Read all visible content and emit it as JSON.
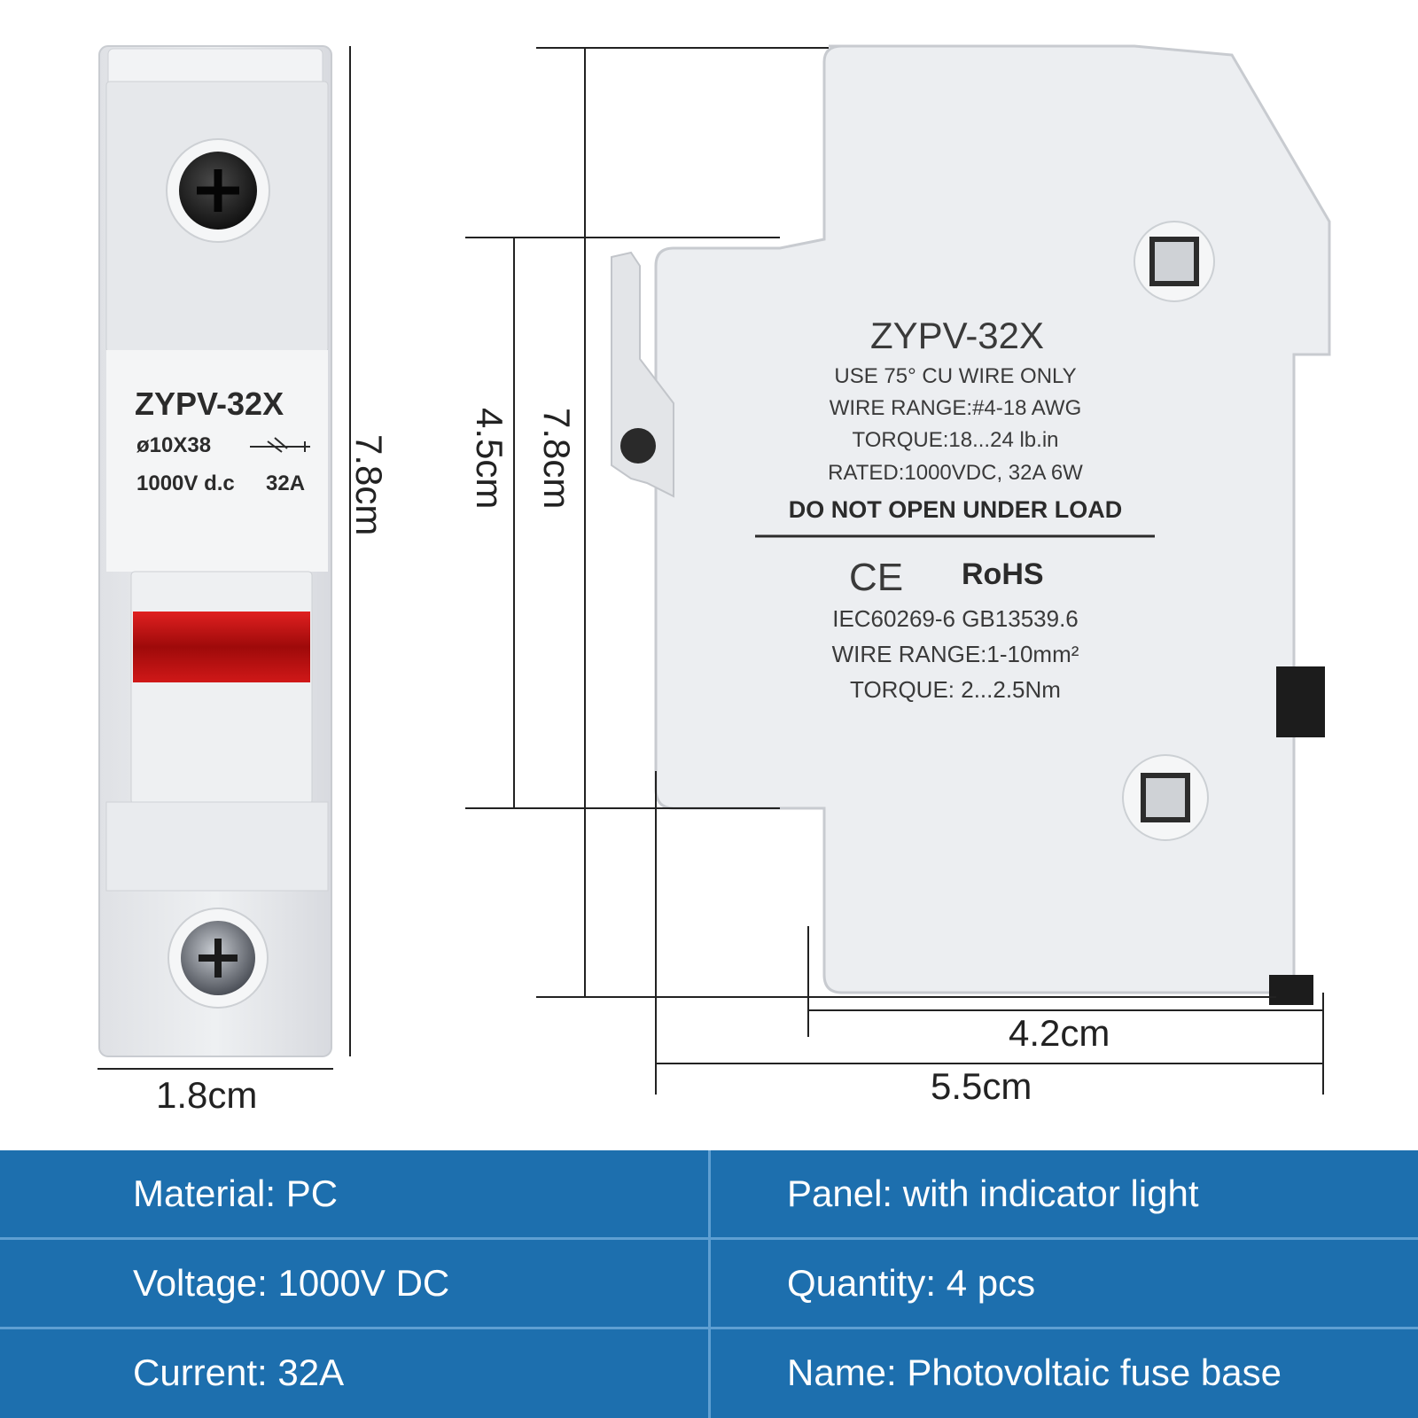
{
  "front_view": {
    "model": "ZYPV-32X",
    "fuse_size": "ø10X38",
    "rating_voltage": "1000V d.c",
    "rating_current": "32A"
  },
  "side_label": {
    "model": "ZYPV-32X",
    "line1": "USE 75°  CU WIRE ONLY",
    "line2": "WIRE RANGE:#4-18  AWG",
    "line3": "TORQUE:18...24  lb.in",
    "line4": "RATED:1000VDC,  32A  6W",
    "warning": "DO NOT OPEN UNDER LOAD",
    "ce": "CE",
    "rohs": "RoHS",
    "standards": "IEC60269-6 GB13539.6",
    "wire_range_metric": "WIRE RANGE:1-10mm²",
    "torque_metric": "TORQUE: 2...2.5Nm"
  },
  "dimensions": {
    "front_height": "7.8cm",
    "front_width": "1.8cm",
    "side_inner_height": "4.5cm",
    "side_height": "7.8cm",
    "side_rail_width": "4.2cm",
    "side_width": "5.5cm"
  },
  "specs": [
    {
      "left": "Material: PC",
      "right": "Panel: with indicator light"
    },
    {
      "left": "Voltage: 1000V DC",
      "right": "Quantity: 4 pcs"
    },
    {
      "left": "Current: 32A",
      "right": "Name: Photovoltaic fuse base"
    }
  ],
  "colors": {
    "table_bg": "#1d6fae",
    "table_lines": "#5f9fd2",
    "housing": "#ebedf0",
    "indicator": "#c01010"
  }
}
